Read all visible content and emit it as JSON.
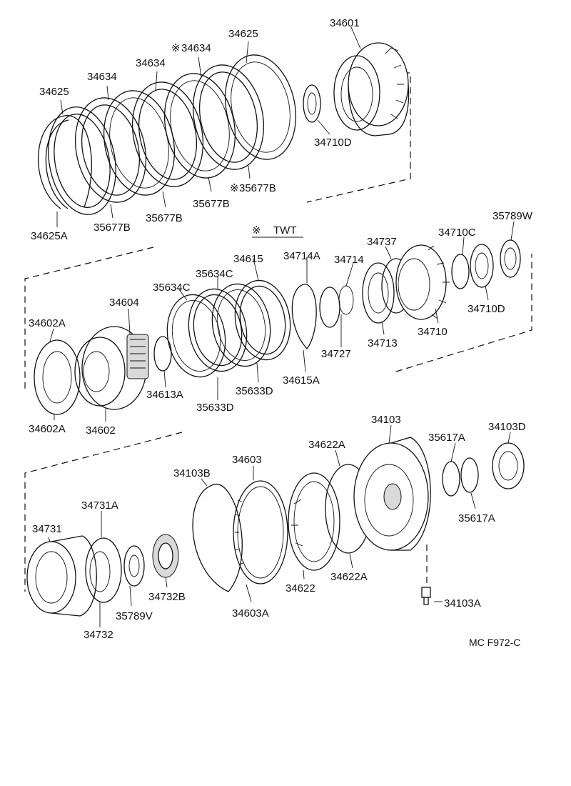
{
  "labels": [
    {
      "id": "p34601",
      "text": "34601"
    },
    {
      "id": "p34625_top",
      "text": "34625"
    },
    {
      "id": "p34634_star",
      "text": "34634"
    },
    {
      "id": "p34634_a",
      "text": "34634"
    },
    {
      "id": "p34634_b",
      "text": "34634"
    },
    {
      "id": "p34625_left",
      "text": "34625"
    },
    {
      "id": "p34710D_top",
      "text": "34710D"
    },
    {
      "id": "p35677B_star",
      "text": "35677B"
    },
    {
      "id": "p35677B_a",
      "text": "35677B"
    },
    {
      "id": "p35677B_b",
      "text": "35677B"
    },
    {
      "id": "p35677B_c",
      "text": "35677B"
    },
    {
      "id": "p34625A",
      "text": "34625A"
    },
    {
      "id": "twt_note",
      "text": "TWT"
    },
    {
      "id": "p35789W",
      "text": "35789W"
    },
    {
      "id": "p34710C",
      "text": "34710C"
    },
    {
      "id": "p34737",
      "text": "34737"
    },
    {
      "id": "p34714A",
      "text": "34714A"
    },
    {
      "id": "p34714",
      "text": "34714"
    },
    {
      "id": "p34615",
      "text": "34615"
    },
    {
      "id": "p35634C_a",
      "text": "35634C"
    },
    {
      "id": "p35634C_b",
      "text": "35634C"
    },
    {
      "id": "p34604",
      "text": "34604"
    },
    {
      "id": "p34602A_top",
      "text": "34602A"
    },
    {
      "id": "p34710D_mid",
      "text": "34710D"
    },
    {
      "id": "p34710",
      "text": "34710"
    },
    {
      "id": "p34713",
      "text": "34713"
    },
    {
      "id": "p34727",
      "text": "34727"
    },
    {
      "id": "p34615A",
      "text": "34615A"
    },
    {
      "id": "p34613A",
      "text": "34613A"
    },
    {
      "id": "p35633D_a",
      "text": "35633D"
    },
    {
      "id": "p35633D_b",
      "text": "35633D"
    },
    {
      "id": "p34602A_bot",
      "text": "34602A"
    },
    {
      "id": "p34602",
      "text": "34602"
    },
    {
      "id": "p34103",
      "text": "34103"
    },
    {
      "id": "p34103D",
      "text": "34103D"
    },
    {
      "id": "p35617A_top",
      "text": "35617A"
    },
    {
      "id": "p34622A_top",
      "text": "34622A"
    },
    {
      "id": "p34603",
      "text": "34603"
    },
    {
      "id": "p34103B",
      "text": "34103B"
    },
    {
      "id": "p34731A",
      "text": "34731A"
    },
    {
      "id": "p34731",
      "text": "34731"
    },
    {
      "id": "p35617A_bot",
      "text": "35617A"
    },
    {
      "id": "p34622A_bot",
      "text": "34622A"
    },
    {
      "id": "p34622",
      "text": "34622"
    },
    {
      "id": "p34732B",
      "text": "34732B"
    },
    {
      "id": "p35789V",
      "text": "35789V"
    },
    {
      "id": "p34732",
      "text": "34732"
    },
    {
      "id": "p34603A",
      "text": "34603A"
    },
    {
      "id": "p34103A",
      "text": "34103A"
    },
    {
      "id": "figure_code",
      "text": "MC F972-C"
    }
  ],
  "symbols": {
    "star": "※"
  }
}
